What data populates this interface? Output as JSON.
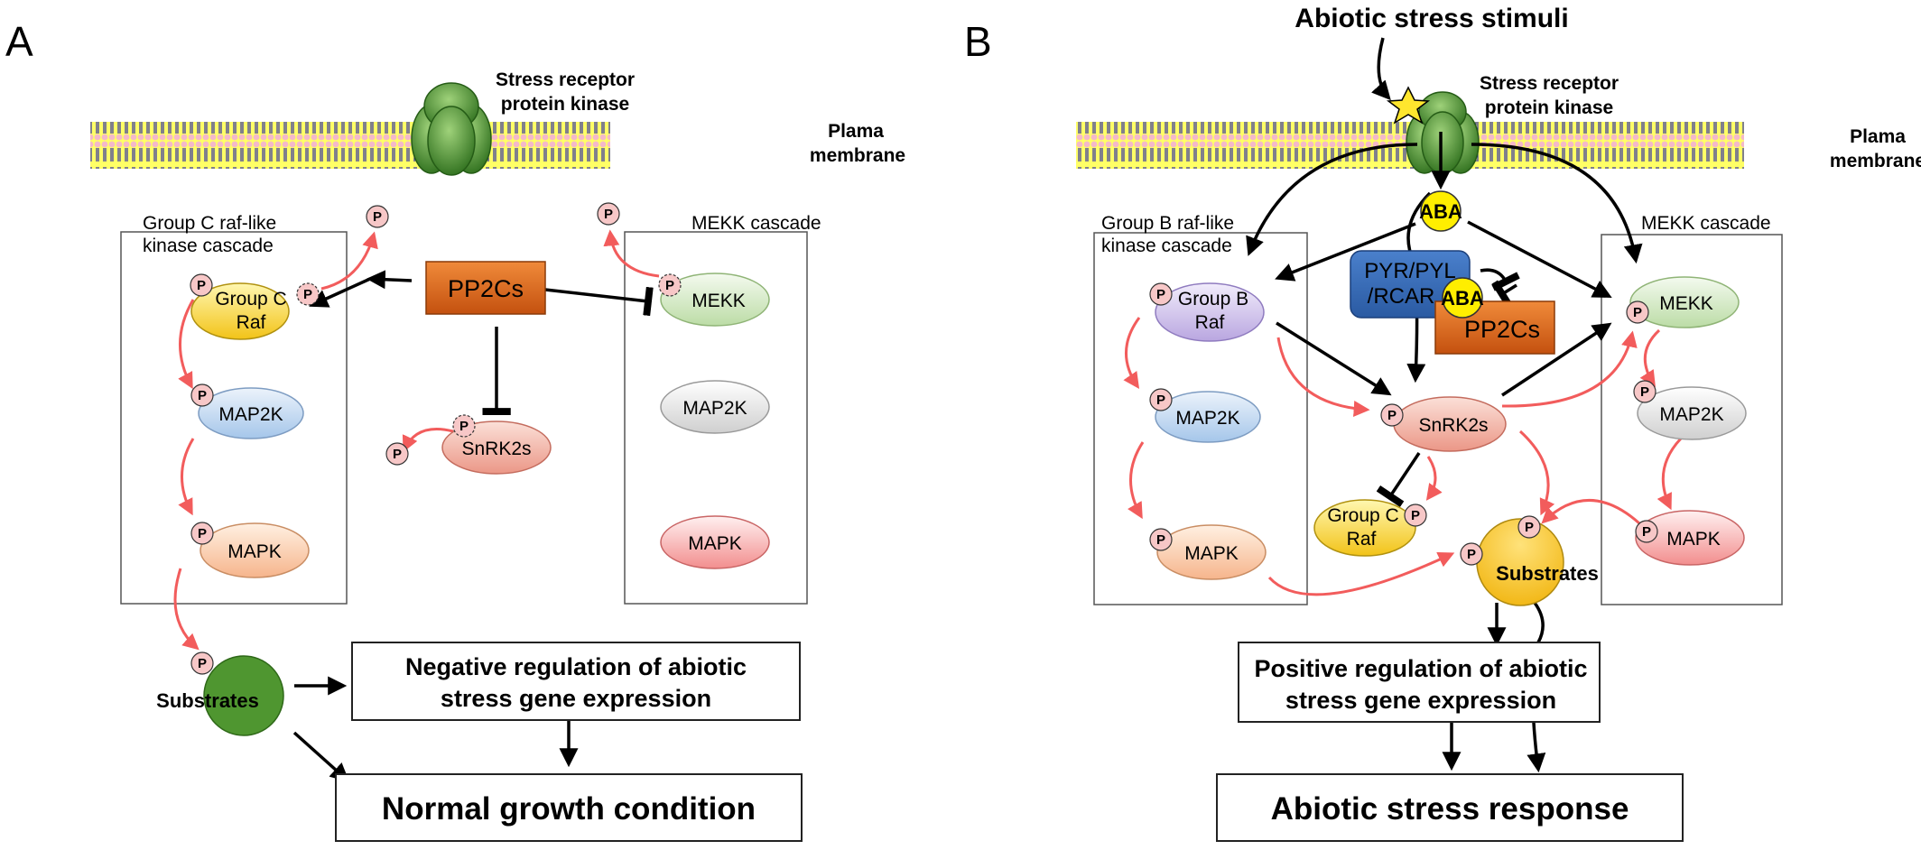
{
  "panels": {
    "A": {
      "letter": "A",
      "receptor_label_1": "Stress receptor",
      "receptor_label_2": "protein kinase",
      "membrane_label_1": "Plama",
      "membrane_label_2": "membrane",
      "left_box_title_1": "Group C raf-like",
      "left_box_title_2": "kinase cascade",
      "right_box_title": "MEKK cascade",
      "group_c_raf_1": "Group C",
      "group_c_raf_2": "Raf",
      "map2k": "MAP2K",
      "mapk": "MAPK",
      "pp2cs": "PP2Cs",
      "snrk2s": "SnRK2s",
      "mekk": "MEKK",
      "map2k_right": "MAP2K",
      "mapk_right": "MAPK",
      "substrates": "Substrates",
      "regulation_1": "Negative regulation of abiotic",
      "regulation_2": "stress gene expression",
      "outcome": "Normal growth condition"
    },
    "B": {
      "letter": "B",
      "stimuli": "Abiotic stress stimuli",
      "receptor_label_1": "Stress receptor",
      "receptor_label_2": "protein kinase",
      "membrane_label_1": "Plama",
      "membrane_label_2": "membrane",
      "left_box_title_1": "Group B raf-like",
      "left_box_title_2": "kinase cascade",
      "right_box_title": "MEKK cascade",
      "aba_top": "ABA",
      "aba_complex": "ABA",
      "pyr_1": "PYR/PYL",
      "pyr_2": "/RCAR",
      "pp2cs": "PP2Cs",
      "group_b_raf_1": "Group B",
      "group_b_raf_2": "Raf",
      "map2k": "MAP2K",
      "mapk": "MAPK",
      "snrk2s": "SnRK2s",
      "group_c_raf_1": "Group C",
      "group_c_raf_2": "Raf",
      "mekk": "MEKK",
      "map2k_right": "MAP2K",
      "mapk_right": "MAPK",
      "substrates": "Substrates",
      "regulation_1": "Positive  regulation of abiotic",
      "regulation_2": "stress gene expression",
      "outcome": "Abiotic stress response"
    },
    "phospho_label": "P"
  }
}
